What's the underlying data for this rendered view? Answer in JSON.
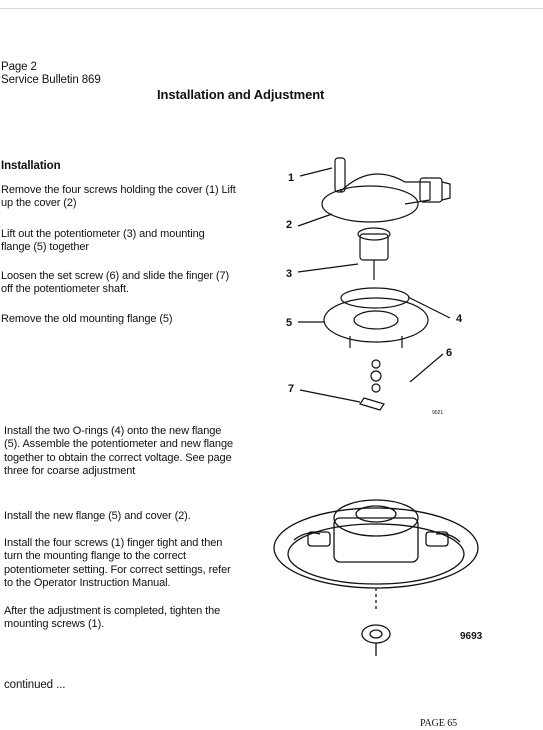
{
  "header": {
    "page": "Page 2",
    "bulletin": "Service Bulletin 869",
    "title": "Installation and Adjustment"
  },
  "section_heading": "Installation",
  "steps": [
    "Remove the four screws holding the cover (1) Lift up the cover (2)",
    "Lift out the potentiometer (3) and mounting flange (5) together",
    "Loosen the set screw (6) and slide the finger (7) off the potentiometer shaft.",
    "Remove the old mounting flange (5)",
    "Install the two O-rings (4) onto the new flange (5). Assemble the potentiometer and new flange together to obtain the correct voltage. See page three for coarse adjustment",
    "Install the new flange (5) and cover (2).",
    "Install the four screws (1) finger tight and then turn the mounting flange to the correct potentiometer setting. For correct settings, refer to the Operator Instruction Manual.",
    "After the adjustment is completed, tighten the mounting screws (1)."
  ],
  "continued": "continued ...",
  "footer": {
    "page_number": "PAGE 65"
  },
  "figure_top": {
    "callouts": [
      "1",
      "2",
      "3",
      "4",
      "5",
      "6",
      "7"
    ],
    "figure_code": "9021"
  },
  "figure_bottom": {
    "figure_code": "9693"
  }
}
